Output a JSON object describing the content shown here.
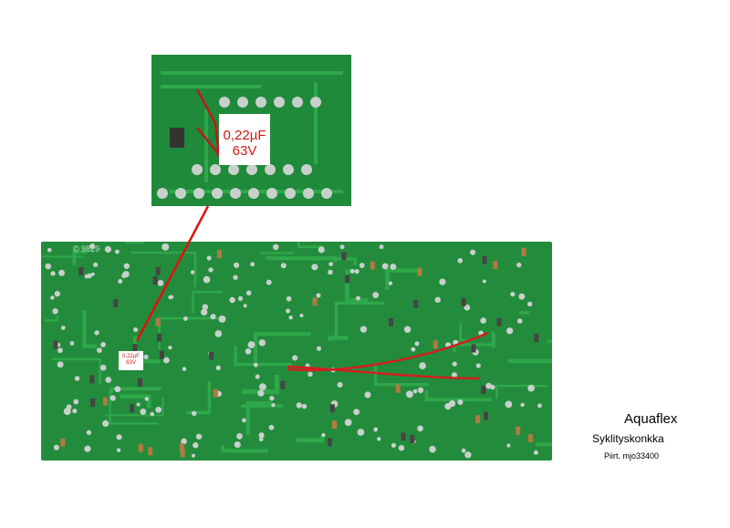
{
  "inset": {
    "capacitor_value": "0,22µF",
    "capacitor_voltage": "63V"
  },
  "board": {
    "code": "© 9829",
    "capacitor_value": "0,22µF",
    "capacitor_voltage": "63V"
  },
  "caption": {
    "title": "Aquaflex",
    "subtitle": "Syklityskonkka",
    "credit": "Piirt. mjo33400"
  },
  "colors": {
    "pcb": "#238c3c",
    "trace": "#2fa84a",
    "pad": "#c8d0cc",
    "annotation": "#d01818"
  }
}
